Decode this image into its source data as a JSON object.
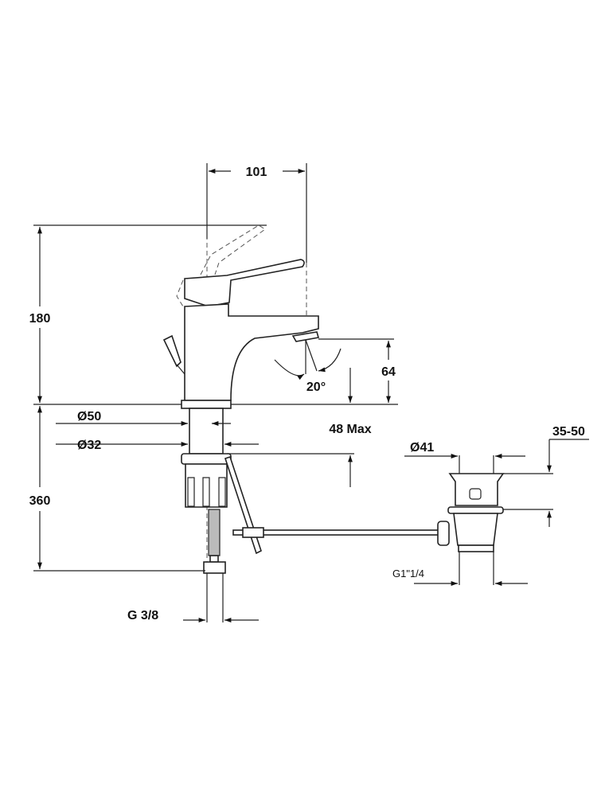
{
  "drawing": {
    "dimensions": {
      "spout_reach": "101",
      "total_height": "180",
      "spout_height": "64",
      "swivel_angle": "20°",
      "base_diameter": "Ø50",
      "deck_thickness": "48 Max",
      "hole_diameter": "Ø32",
      "under_deck_length": "360",
      "waste_diameter": "Ø41",
      "waste_range": "35-50",
      "waste_thread": "G1\"1/4",
      "inlet_thread": "G 3/8"
    },
    "colors": {
      "line": "#222222",
      "background": "#ffffff"
    }
  }
}
